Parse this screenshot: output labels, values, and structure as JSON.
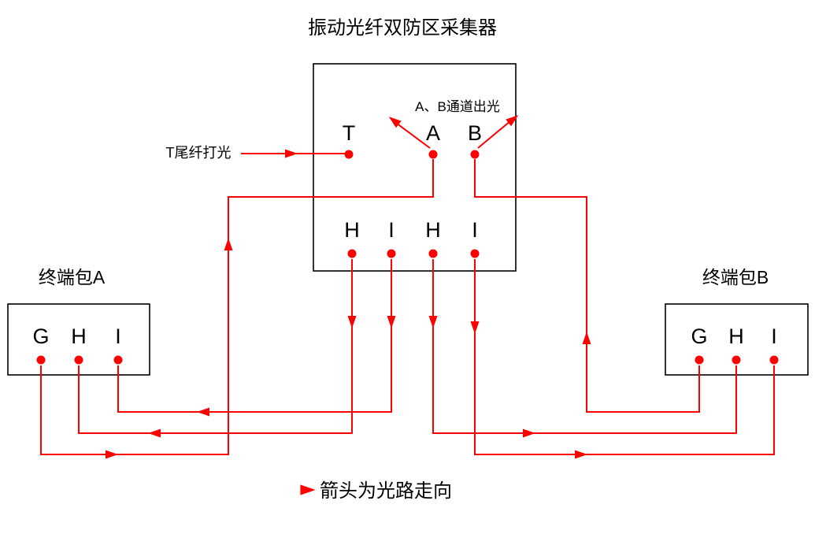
{
  "title": "振动光纤双防区采集器",
  "collector": {
    "label_t": "T尾纤打光",
    "label_ab": "A、B通道出光",
    "ports_top": [
      "T",
      "A",
      "B"
    ],
    "ports_bottom": [
      "H",
      "I",
      "H",
      "I"
    ]
  },
  "terminal_a": {
    "title": "终端包A",
    "ports": [
      "G",
      "H",
      "I"
    ]
  },
  "terminal_b": {
    "title": "终端包B",
    "ports": [
      "G",
      "H",
      "I"
    ]
  },
  "legend": {
    "text": "箭头为光路走向"
  },
  "connections": [
    {
      "from": "collector.H1",
      "to": "terminal_a.H"
    },
    {
      "from": "collector.I1",
      "to": "terminal_a.I"
    },
    {
      "from": "terminal_a.G",
      "to": "collector.A"
    },
    {
      "from": "collector.H2",
      "to": "terminal_b.H"
    },
    {
      "from": "collector.I2",
      "to": "terminal_b.I"
    },
    {
      "from": "terminal_b.G",
      "to": "collector.B"
    }
  ],
  "colors": {
    "wire": "#ff0000",
    "border": "#000000",
    "text": "#000000",
    "background": "#ffffff"
  }
}
